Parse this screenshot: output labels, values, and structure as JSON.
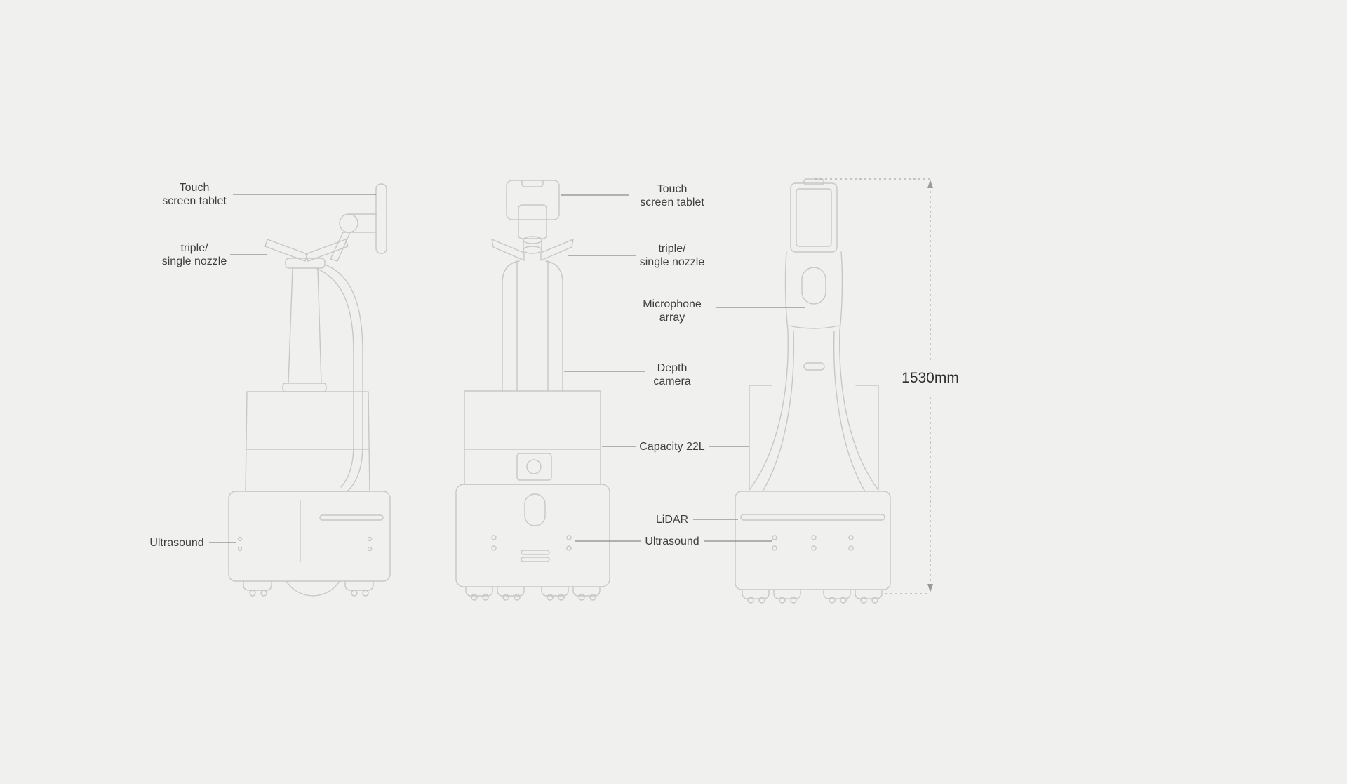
{
  "colors": {
    "bg_color": "#f0f0ee",
    "stroke_color": "#c7c7c5",
    "leader_color": "#6f6f6f",
    "dim_color": "#9a9a9a",
    "text_color": "#3e3e3e"
  },
  "labels": {
    "left": {
      "touch_screen_tablet": "Touch\nscreen tablet",
      "nozzle": "triple/\nsingle nozzle",
      "ultrasound": "Ultrasound"
    },
    "middle": {
      "touch_screen_tablet": "Touch\nscreen tablet",
      "nozzle": "triple/\nsingle nozzle",
      "microphone_array": "Microphone\narray",
      "depth_camera": "Depth\ncamera",
      "capacity": "Capacity 22L",
      "lidar": "LiDAR",
      "ultrasound": "Ultrasound"
    },
    "dimension_height": "1530mm"
  }
}
